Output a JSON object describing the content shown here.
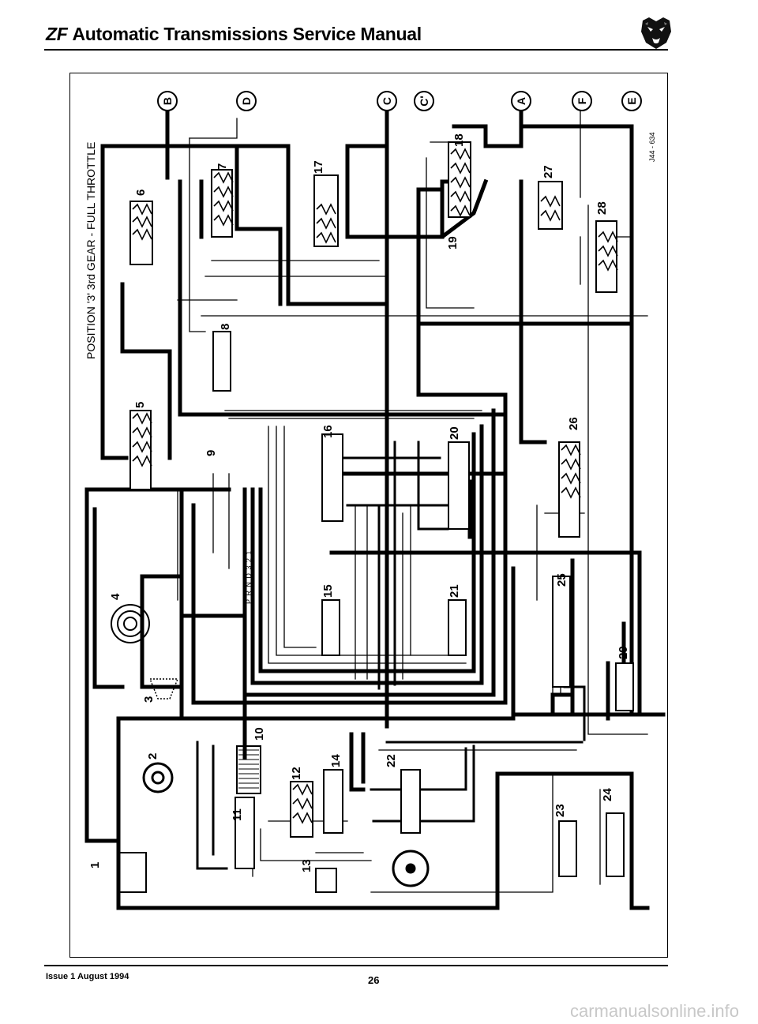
{
  "header": {
    "brand": "ZF",
    "title": "Automatic Transmissions Service Manual"
  },
  "diagram": {
    "caption": "POSITION '3' 3rd GEAR - FULL THROTTLE",
    "ref_code": "J44 - 634",
    "connectors": [
      "B",
      "D",
      "C",
      "C'",
      "A",
      "F",
      "E"
    ],
    "components": [
      "1",
      "2",
      "3",
      "4",
      "5",
      "6",
      "7",
      "8",
      "9",
      "10",
      "11",
      "12",
      "13",
      "14",
      "15",
      "16",
      "17",
      "18",
      "19",
      "20",
      "21",
      "22",
      "23",
      "24",
      "25",
      "26",
      "27",
      "28",
      "29"
    ],
    "selector_positions": "P R N D 3 2 1"
  },
  "footer": {
    "issue": "Issue 1 August 1994",
    "page": "26",
    "watermark": "carmanualsonline.info"
  }
}
